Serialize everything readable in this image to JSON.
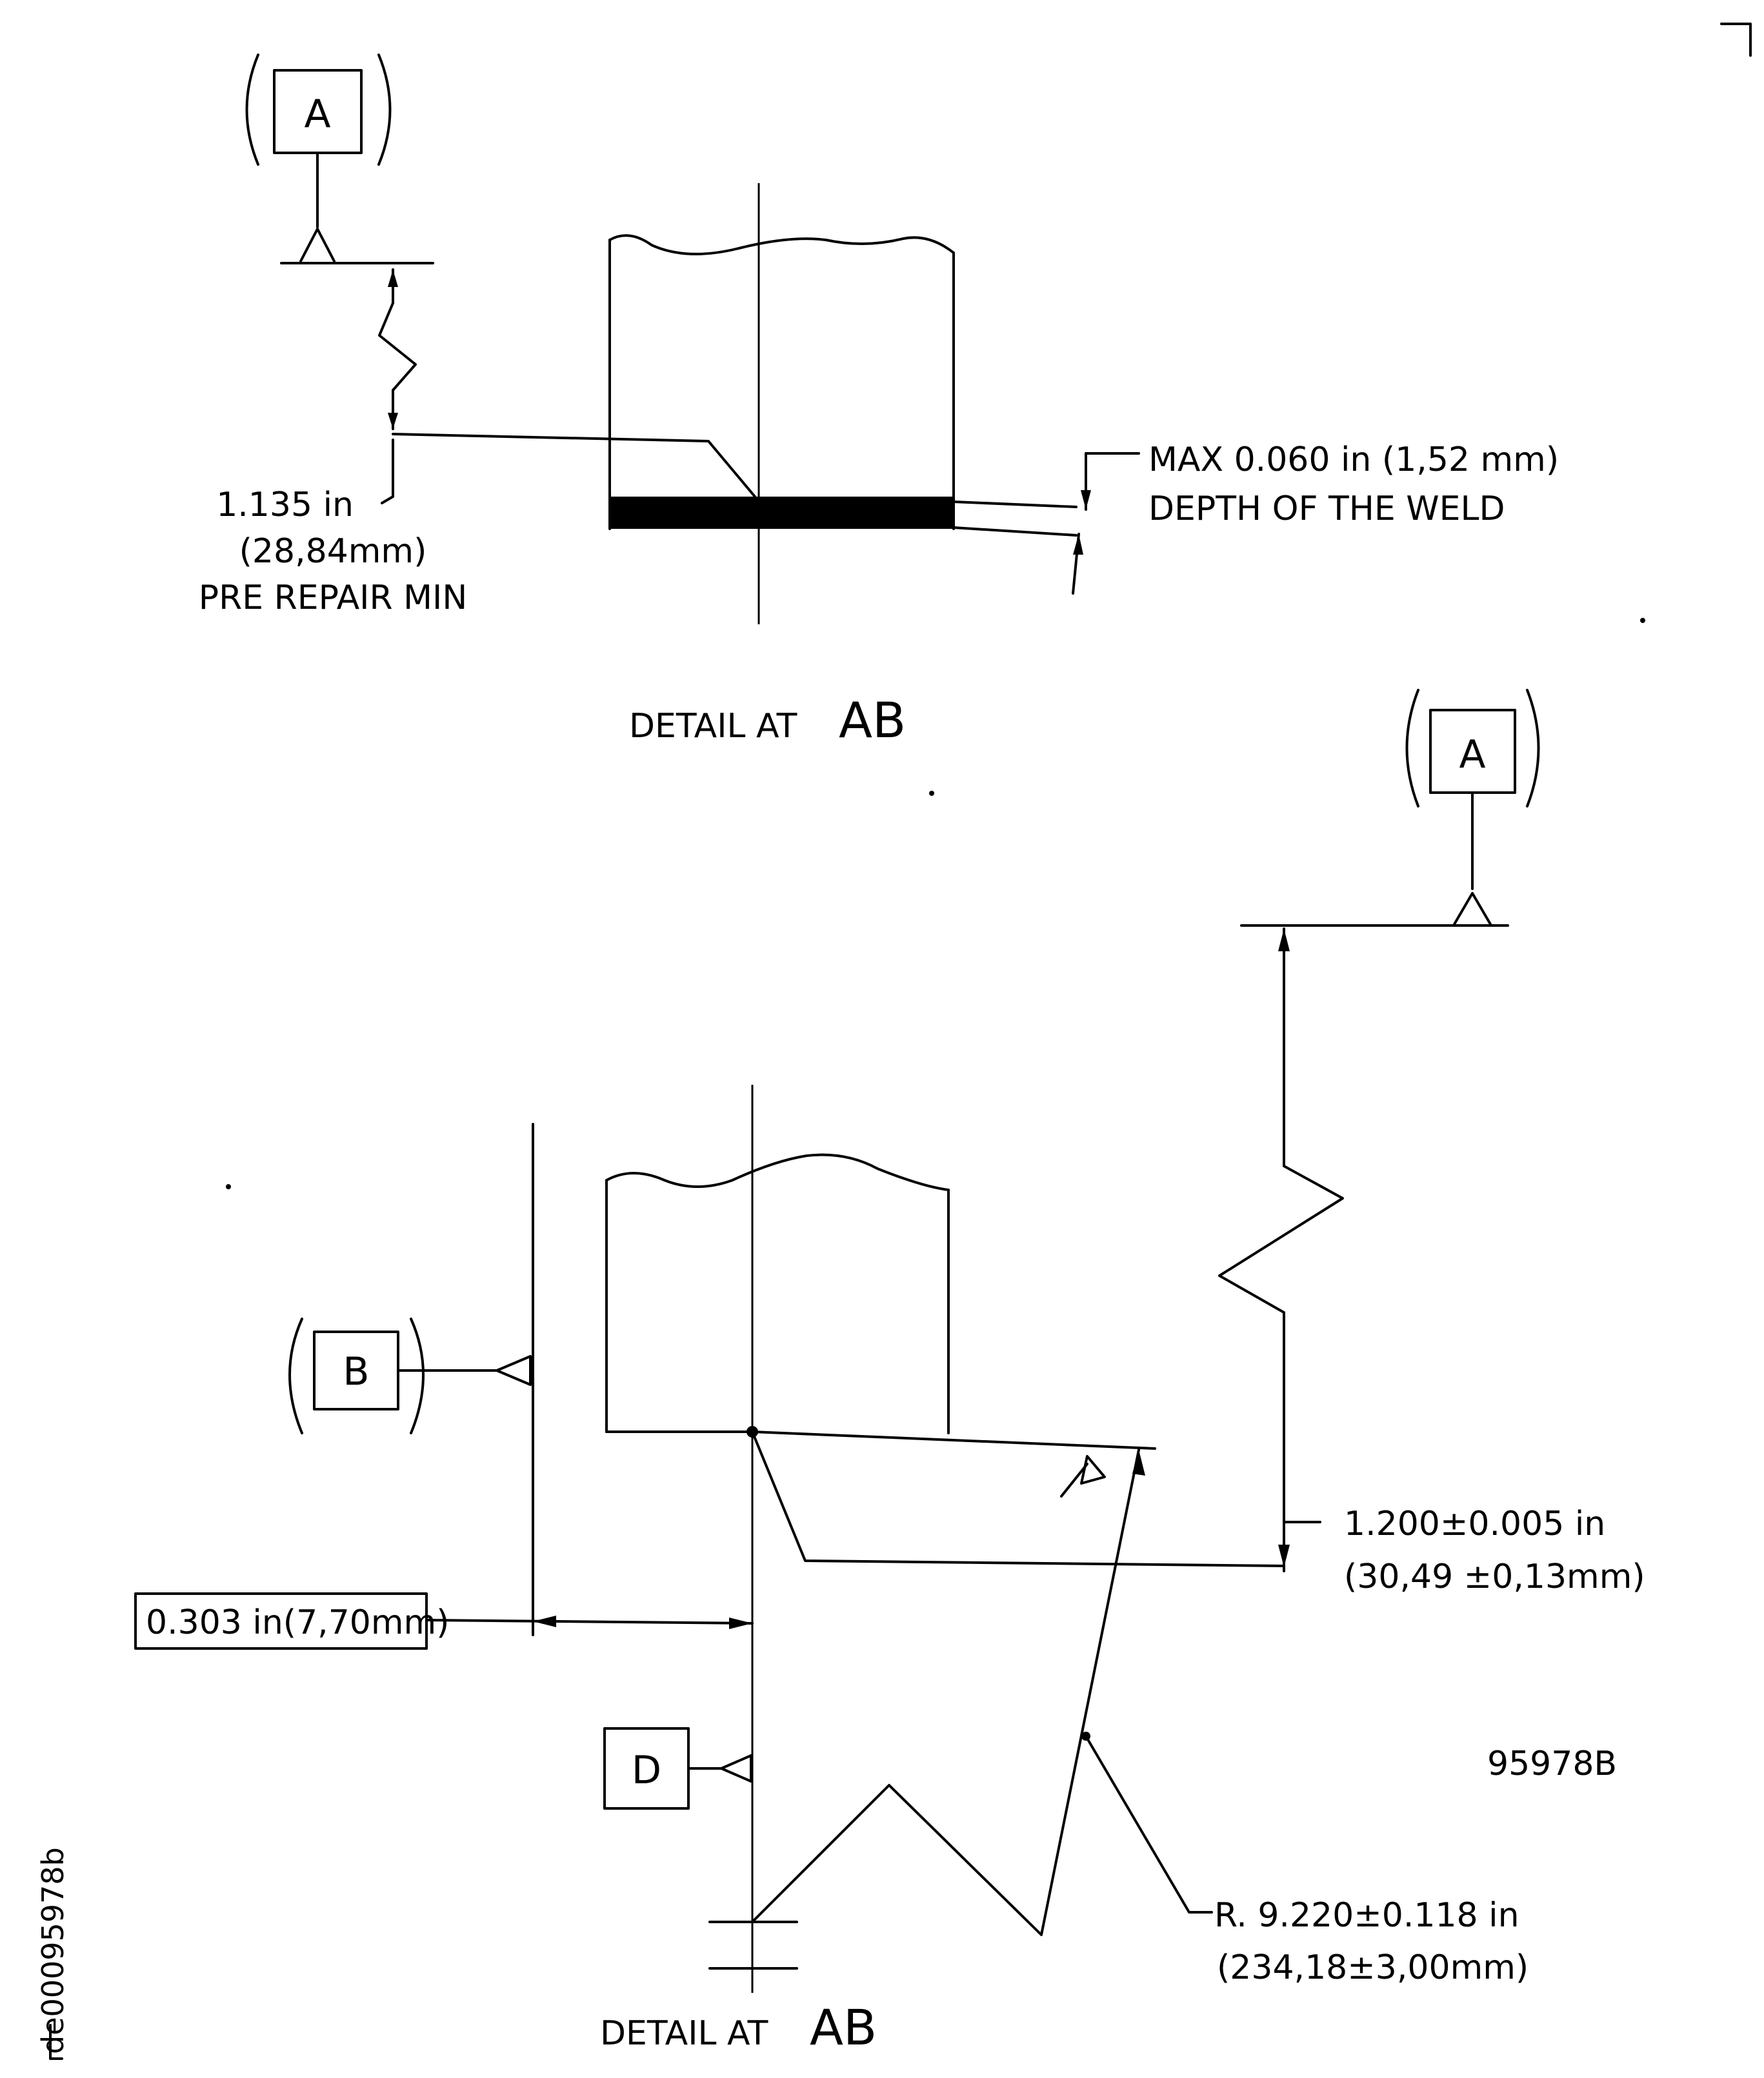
{
  "doc_id": "de00095978b",
  "figure_code": "95978B",
  "top_detail": {
    "datum": "A",
    "dim_in": "1.135 in",
    "dim_mm": "(28,84mm)",
    "dim_note": "PRE REPAIR MIN",
    "weld_line1": "MAX 0.060 in (1,52 mm)",
    "weld_line2": "DEPTH OF THE WELD",
    "caption_prefix": "DETAIL AT",
    "caption_letters": "AB"
  },
  "bottom_detail": {
    "datum_a": "A",
    "datum_b": "B",
    "datum_d": "D",
    "offset_dim": "0.303 in(7,70mm)",
    "height_in": "1.200±0.005 in",
    "height_mm": "(30,49 ±0,13mm)",
    "radius_in": "R. 9.220±0.118 in",
    "radius_mm": "(234,18±3,00mm)",
    "caption_prefix": "DETAIL AT",
    "caption_letters": "AB"
  }
}
